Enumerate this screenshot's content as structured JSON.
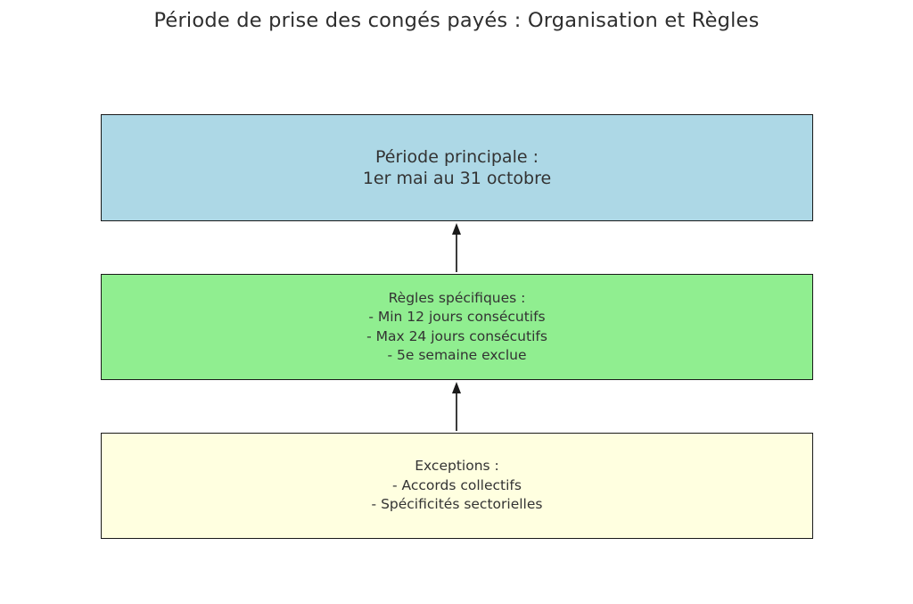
{
  "title": "Période de prise des congés payés : Organisation et Règles",
  "diagram": {
    "type": "flowchart-vertical",
    "flow_direction": "bottom-to-top",
    "boxes": [
      {
        "id": "main-period",
        "fill": "#ADD8E6",
        "lines": [
          "Période principale :",
          "1er mai au 31 octobre"
        ]
      },
      {
        "id": "specific-rules",
        "fill": "#90EE90",
        "lines": [
          "Règles spécifiques :",
          "- Min 12 jours consécutifs",
          "- Max 24 jours consécutifs",
          "- 5e semaine exclue"
        ]
      },
      {
        "id": "exceptions",
        "fill": "#FFFFE0",
        "lines": [
          "Exceptions :",
          "- Accords collectifs",
          "- Spécificités sectorielles"
        ]
      }
    ],
    "connectors": [
      {
        "from": "specific-rules",
        "to": "main-period",
        "style": "arrow-up"
      },
      {
        "from": "exceptions",
        "to": "specific-rules",
        "style": "arrow-up"
      }
    ],
    "colors": {
      "background": "#ffffff",
      "border": "#1a1a1a",
      "text": "#333333",
      "title_text": "#2e2e2e"
    }
  }
}
